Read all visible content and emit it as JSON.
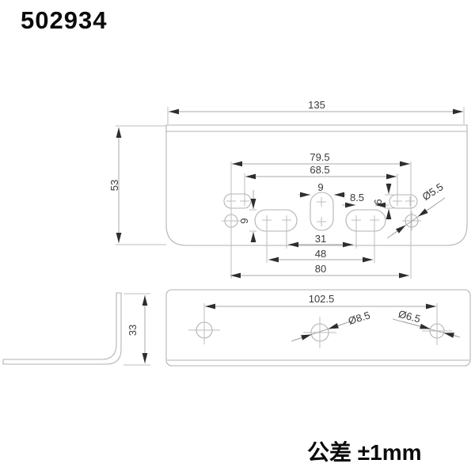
{
  "title": "502934",
  "tolerance": "公差 ±1mm",
  "colors": {
    "line": "#b3b3b3",
    "arrow": "#2e2e2e",
    "dim_text": "#3a3a3a",
    "text": "#0b0b0b"
  },
  "views": {
    "top": {
      "label": "plate-top-view",
      "dims": {
        "overall_width": "135",
        "overall_depth": "53",
        "outer_slot_span": "79.5",
        "inner_slot_span": "68.5",
        "center_slot_width": "9",
        "right_slot_pitch": "8.5",
        "left_slot_height": "9",
        "right_slot_height": "6",
        "corner_hole_dia": "Ø5.5",
        "mid_pitch": "31",
        "mid_span": "48",
        "outer_span": "80"
      }
    },
    "side": {
      "label": "bracket-side-profile",
      "dims": {
        "flange_height": "33"
      }
    },
    "front": {
      "label": "flange-front-view",
      "dims": {
        "hole_span": "102.5",
        "center_hole_dia": "Ø8.5",
        "end_hole_dia": "Ø6.5"
      }
    }
  }
}
